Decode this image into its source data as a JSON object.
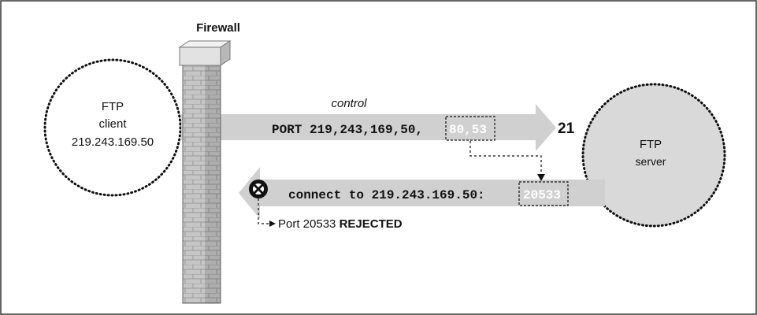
{
  "firewall": {
    "label": "Firewall"
  },
  "client": {
    "line1": "FTP",
    "line2": "client",
    "line3": "219.243.169.50"
  },
  "server": {
    "line1": "FTP",
    "line2": "server"
  },
  "control": {
    "label": "control",
    "command": "PORT 219,243,169,50,",
    "port_bytes": "80,53",
    "dest_port": "21"
  },
  "data_conn": {
    "command": "connect to 219.243.169.50:",
    "port": "20533"
  },
  "rejection": {
    "prefix": "Port 20533 ",
    "status": "REJECTED"
  },
  "colors": {
    "arrow_fill": "#d0d0d0",
    "server_fill": "#d9d9d9",
    "brick_fill": "#c4c4c4",
    "outline": "#111111"
  }
}
